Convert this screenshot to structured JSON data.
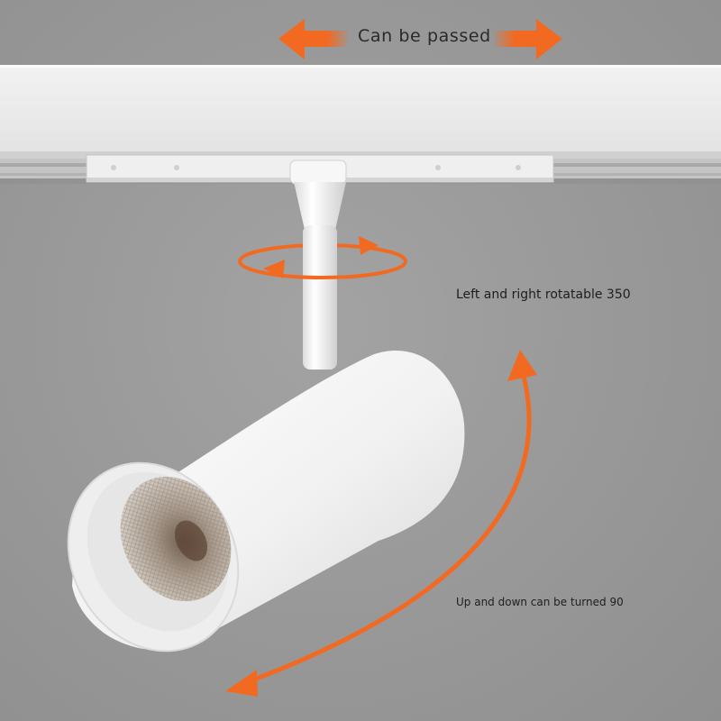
{
  "labels": {
    "passed": "Can be passed",
    "rotate": "Left and right rotatable 350",
    "turn": "Up and down can be turned 90"
  },
  "colors": {
    "accent_orange": "#f26a21",
    "background_gray": "#989898",
    "fixture_white": "#f4f4f4"
  },
  "icons": {
    "left_arrow": "arrow-left-icon",
    "right_arrow": "arrow-right-icon",
    "rotation": "rotation-ring-icon",
    "tilt": "curved-double-arrow-icon"
  }
}
